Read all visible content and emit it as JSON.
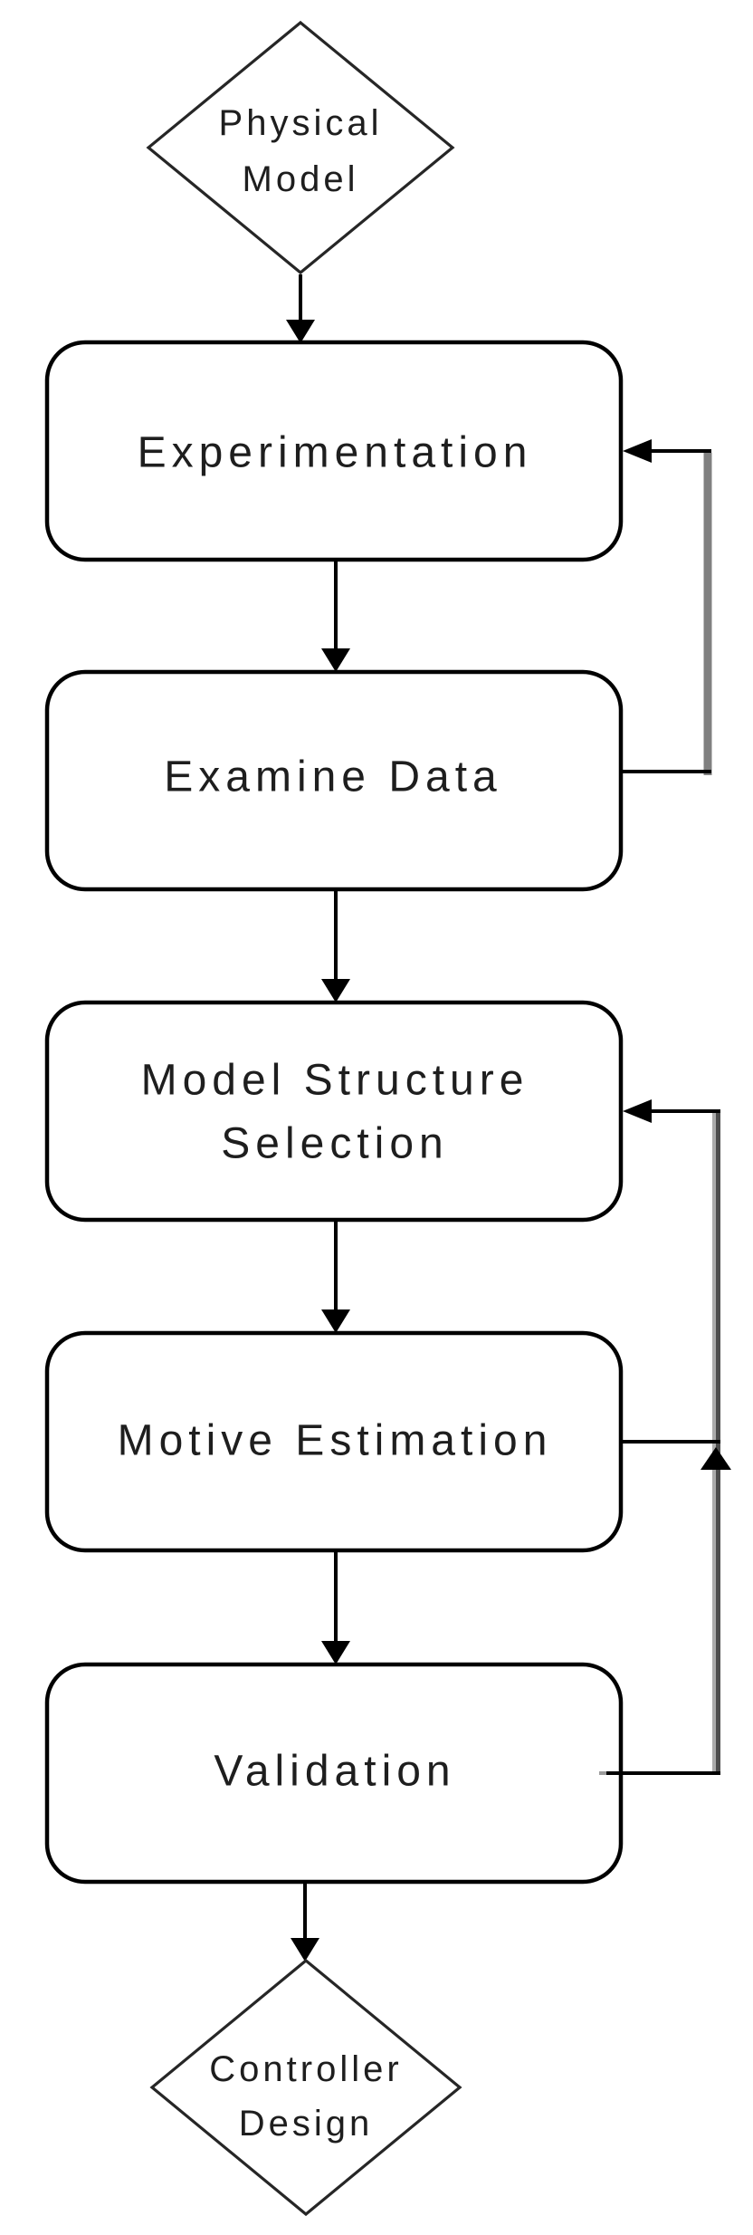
{
  "nodes": {
    "physical_model": {
      "type": "terminal-diamond",
      "lines": [
        "Physical",
        "Model"
      ]
    },
    "experimentation": {
      "type": "process-box",
      "label": "Experimentation"
    },
    "examine_data": {
      "type": "process-box",
      "label": "Examine Data"
    },
    "model_structure_selection": {
      "type": "process-box",
      "lines": [
        "Model Structure",
        "Selection"
      ]
    },
    "motive_estimation": {
      "type": "process-box",
      "label": "Motive Estimation"
    },
    "validation": {
      "type": "process-box",
      "label": "Validation"
    },
    "controller_design": {
      "type": "terminal-diamond",
      "lines": [
        "Controller",
        "Design"
      ]
    }
  },
  "edges": [
    {
      "from": "physical_model",
      "to": "experimentation",
      "kind": "forward"
    },
    {
      "from": "experimentation",
      "to": "examine_data",
      "kind": "forward"
    },
    {
      "from": "examine_data",
      "to": "experimentation",
      "kind": "feedback"
    },
    {
      "from": "examine_data",
      "to": "model_structure_selection",
      "kind": "forward"
    },
    {
      "from": "model_structure_selection",
      "to": "motive_estimation",
      "kind": "forward"
    },
    {
      "from": "motive_estimation",
      "to": "validation",
      "kind": "forward"
    },
    {
      "from": "validation",
      "to": "motive_estimation",
      "kind": "feedback"
    },
    {
      "from": "validation",
      "to": "model_structure_selection",
      "kind": "feedback"
    },
    {
      "from": "validation",
      "to": "controller_design",
      "kind": "forward"
    }
  ],
  "colors": {
    "background": "#FFFFFF",
    "box_border": "#000000",
    "diamond_border": "#262626",
    "arrow": "#000000",
    "text": "#1E1E1E",
    "feedback_line_gray": "#808080",
    "feedback_line_light": "#ABABAB",
    "feedback_line_dark": "#4D4D4D",
    "feedback_tick_gray": "#9B9B9B"
  }
}
